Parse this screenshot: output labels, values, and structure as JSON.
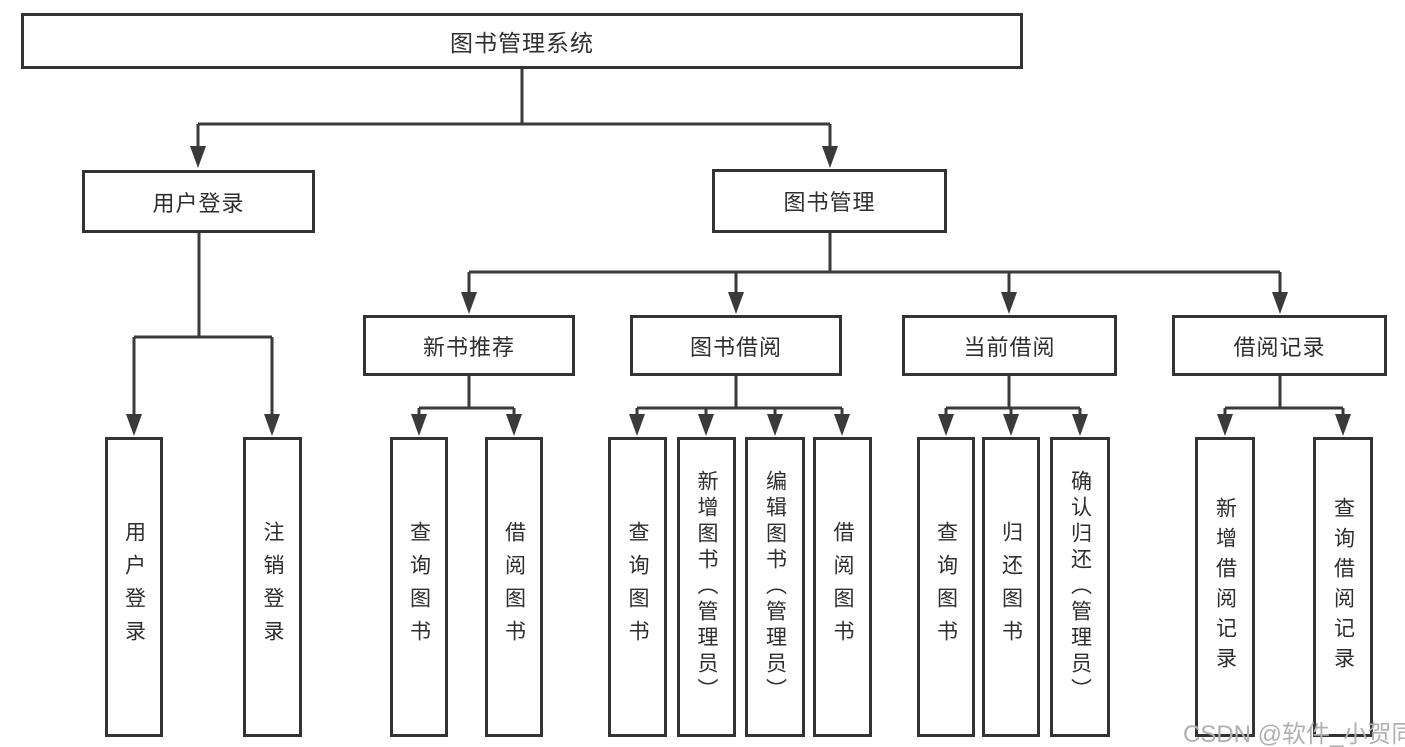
{
  "tree": {
    "root": {
      "label": "图书管理系统",
      "children": [
        {
          "label": "用户登录",
          "children": [
            {
              "label": "用户登录"
            },
            {
              "label": "注销登录"
            }
          ]
        },
        {
          "label": "图书管理",
          "children": [
            {
              "label": "新书推荐",
              "children": [
                {
                  "label": "查询图书"
                },
                {
                  "label": "借阅图书"
                }
              ]
            },
            {
              "label": "图书借阅",
              "children": [
                {
                  "label": "查询图书"
                },
                {
                  "label": "新增图书（管理员）"
                },
                {
                  "label": "编辑图书（管理员）"
                },
                {
                  "label": "借阅图书"
                }
              ]
            },
            {
              "label": "当前借阅",
              "children": [
                {
                  "label": "查询图书"
                },
                {
                  "label": "归还图书"
                },
                {
                  "label": "确认归还（管理员）"
                }
              ]
            },
            {
              "label": "借阅记录",
              "children": [
                {
                  "label": "新增借阅记录"
                },
                {
                  "label": "查询借阅记录"
                }
              ]
            }
          ]
        }
      ]
    }
  },
  "watermark": {
    "text": "CSDN @软件_小贺同学"
  },
  "colors": {
    "line": "#3a3a3a",
    "box_border": "#333333",
    "box_fill": "#ffffff",
    "text": "#2e2e2e",
    "watermark": "#b0b0b0",
    "background": "#ffffff"
  }
}
